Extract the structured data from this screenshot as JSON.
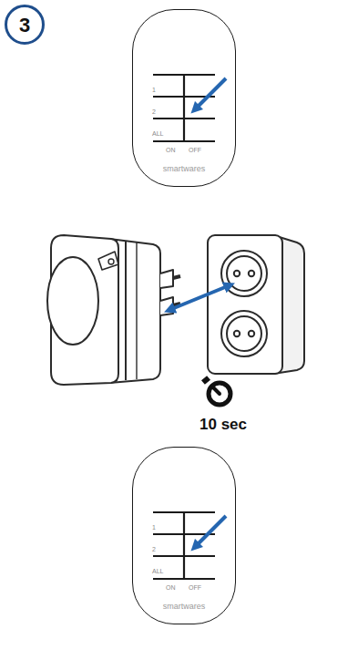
{
  "diagram": {
    "nodes": [
      {
        "text": [
          "3"
        ]
      },
      {
        "text": [
          "1",
          "2",
          "ALL",
          "ON",
          "OFF",
          "smartwares"
        ]
      },
      {
        "text": [
          "1",
          "2",
          "ALL",
          "ON",
          "OFF",
          "smartwares"
        ]
      }
    ],
    "labels": [
      "10 sec"
    ]
  }
}
